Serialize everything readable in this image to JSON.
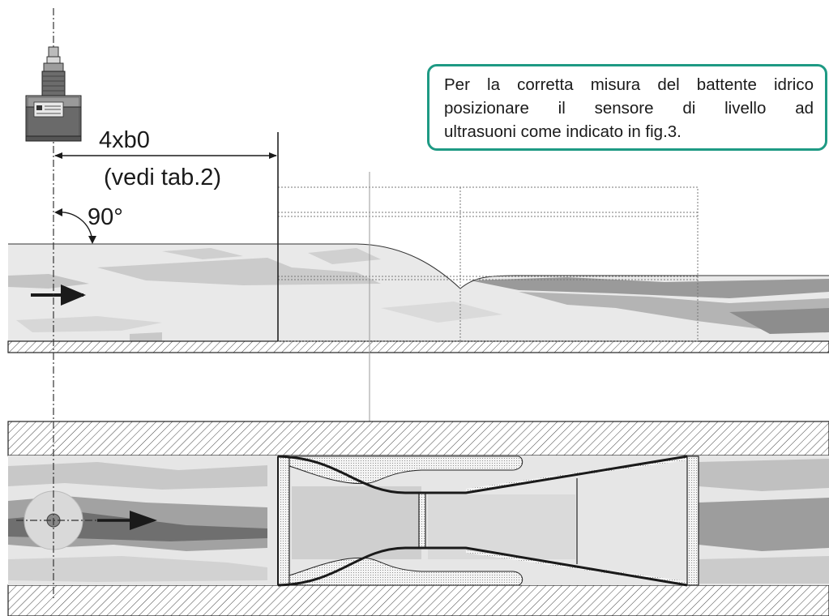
{
  "labels": {
    "distance": "4xb0",
    "distance_ref": "(vedi tab.2)",
    "angle": "90°"
  },
  "note": {
    "line1": "Per la corretta misura del battente idrico",
    "line2": "posizionare il sensore di livello ad",
    "line3": "ultrasuoni come indicato in fig.3."
  },
  "colors": {
    "note_border": "#1e9a84",
    "water_light": "#ededed",
    "water_mid": "#c9c9c9",
    "water_dark": "#8f8f8f",
    "line": "#1a1a1a"
  }
}
